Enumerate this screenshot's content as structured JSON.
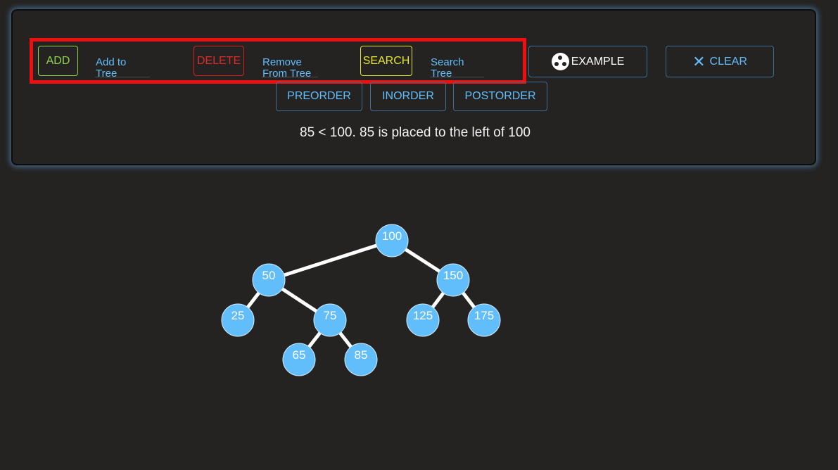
{
  "controls": {
    "add_label": "ADD",
    "add_placeholder": "Add to Tree",
    "delete_label": "DELETE",
    "remove_placeholder": "Remove From Tree",
    "search_label": "SEARCH",
    "search_placeholder": "Search Tree",
    "example_label": "EXAMPLE",
    "clear_label": "CLEAR",
    "example_icon": "example-icon",
    "clear_icon": "close-icon"
  },
  "traversal": {
    "preorder_label": "PREORDER",
    "inorder_label": "INORDER",
    "postorder_label": "POSTORDER"
  },
  "status": {
    "message": "85 < 100. 85 is placed to the left of 100"
  },
  "colors": {
    "node_fill": "#62bdfb",
    "edge": "#ffffff",
    "add": "#8fd24e",
    "delete": "#e02a2a",
    "search": "#e6e62a",
    "highlight": "#ee0f0f"
  },
  "tree": {
    "nodes": [
      {
        "id": "100",
        "label": "100"
      },
      {
        "id": "50",
        "label": "50"
      },
      {
        "id": "150",
        "label": "150"
      },
      {
        "id": "25",
        "label": "25"
      },
      {
        "id": "75",
        "label": "75"
      },
      {
        "id": "125",
        "label": "125"
      },
      {
        "id": "175",
        "label": "175"
      },
      {
        "id": "65",
        "label": "65"
      },
      {
        "id": "85",
        "label": "85"
      }
    ],
    "edges": [
      [
        "100",
        "50"
      ],
      [
        "100",
        "150"
      ],
      [
        "50",
        "25"
      ],
      [
        "50",
        "75"
      ],
      [
        "150",
        "125"
      ],
      [
        "150",
        "175"
      ],
      [
        "75",
        "65"
      ],
      [
        "75",
        "85"
      ]
    ]
  }
}
